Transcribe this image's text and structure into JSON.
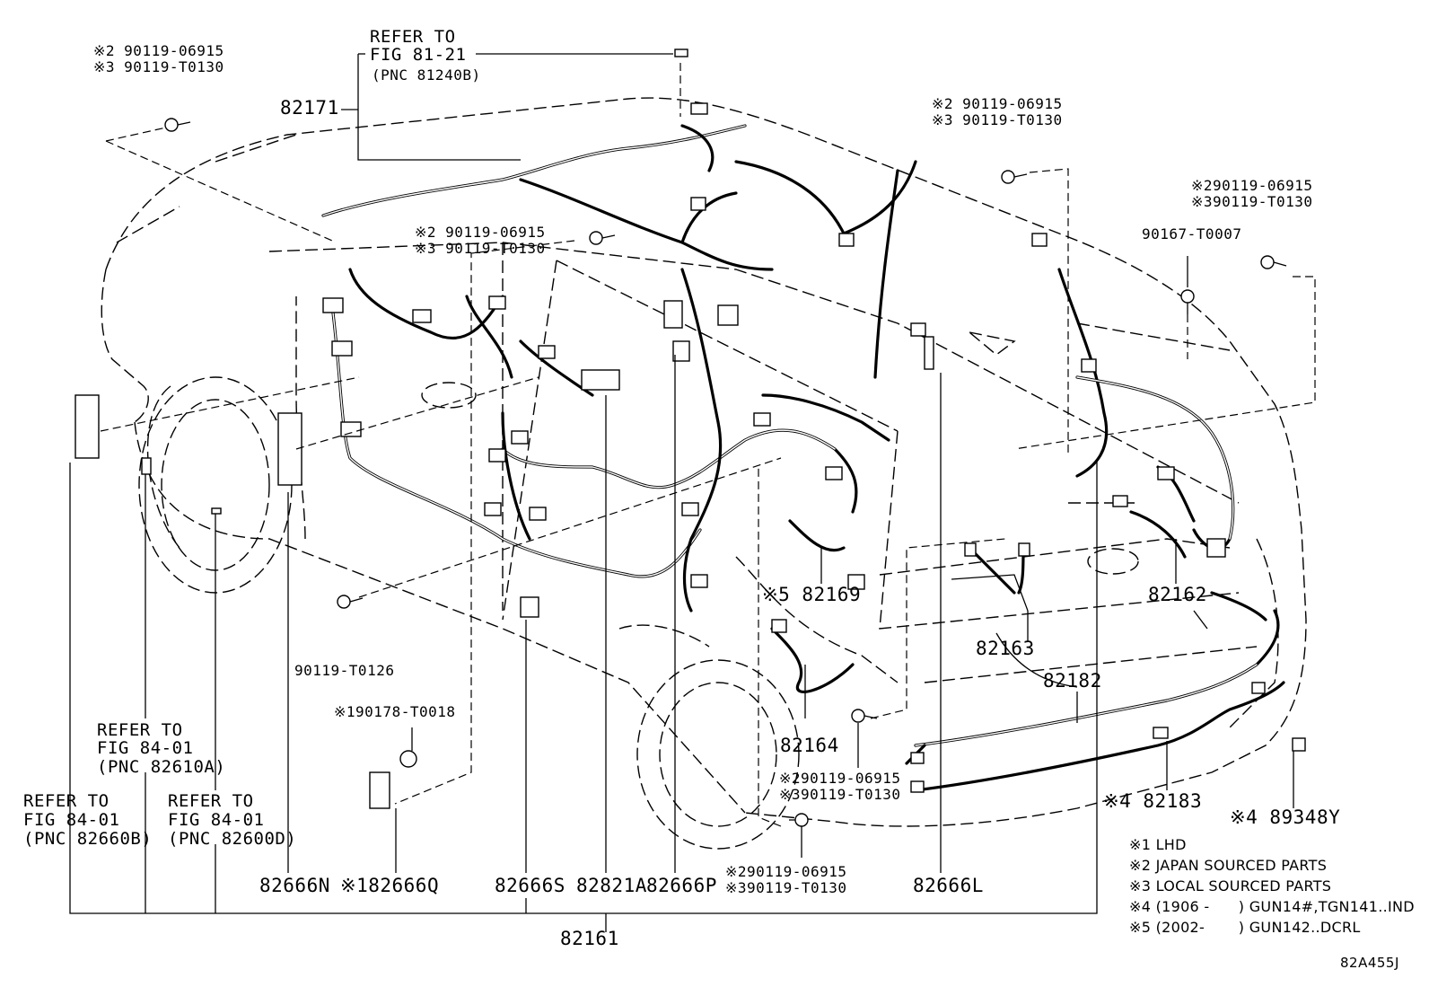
{
  "diagram_code": "82A455J",
  "refer_blocks": {
    "top": {
      "line1": "REFER TO",
      "line2": "FIG 81-21",
      "line3": "(PNC 81240B)"
    },
    "mid_left": {
      "line1": "REFER TO",
      "line2": "FIG 84-01",
      "line3": "(PNC 82610A)"
    },
    "bottom_left": {
      "line1": "REFER TO",
      "line2": "FIG 84-01",
      "line3": "(PNC 82660B)"
    },
    "bottom_mid": {
      "line1": "REFER TO",
      "line2": "FIG 84-01",
      "line3": "(PNC 82600D)"
    }
  },
  "bolt_callouts": {
    "top_left": {
      "a": "※2 90119-06915",
      "b": "※3 90119-T0130"
    },
    "center_top": {
      "a": "※2 90119-06915",
      "b": "※3 90119-T0130"
    },
    "right_top": {
      "a": "※2 90119-06915",
      "b": "※3 90119-T0130"
    },
    "far_right": {
      "a": "※290119-06915",
      "b": "※390119-T0130"
    },
    "lower_center": {
      "a": "※290119-06915",
      "b": "※390119-T0130"
    },
    "bottom_center": {
      "a": "※290119-06915",
      "b": "※390119-T0130"
    }
  },
  "part_labels": {
    "p82171": "82171",
    "p90167": "90167-T0007",
    "p90119_T0126": "90119-T0126",
    "p90178": "※190178-T0018",
    "p82169": "※5 82169",
    "p82162": "82162",
    "p82163": "82163",
    "p82182": "82182",
    "p82164": "82164",
    "p82183": "※4 82183",
    "p89348Y": "※4 89348Y",
    "p82666N": "82666N",
    "p82666Q": "※182666Q",
    "p82666S": "82666S",
    "p82821A": "82821A",
    "p82666P": "82666P",
    "p82666L": "82666L",
    "p82161": "82161"
  },
  "legend": [
    "※1 LHD",
    "※2 JAPAN SOURCED PARTS",
    "※3 LOCAL SOURCED PARTS",
    "※4 (1906 -      ) GUN14#,TGN141..IND",
    "※5 (2002-       ) GUN142..DCRL"
  ]
}
